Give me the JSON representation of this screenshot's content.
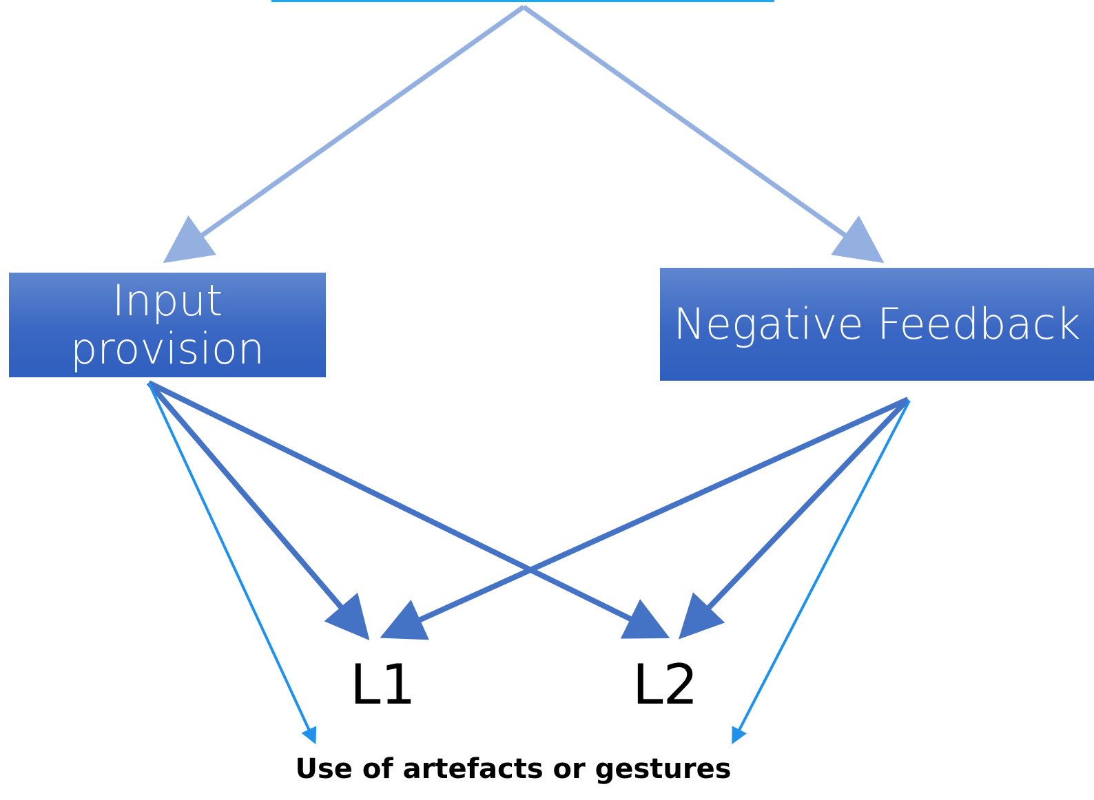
{
  "nodes": {
    "input_provision": "Input provision",
    "negative_feedback": "Negative Feedback",
    "l1": "L1",
    "l2": "L2",
    "artefacts": "Use of artefacts or gestures"
  },
  "colors": {
    "light_arrow": "#94b0e0",
    "dark_arrow": "#4472c4",
    "thin_arrow": "#1e90ee",
    "top_bar": "#1aa9f0",
    "box_fill": "#4472c4",
    "box_text": "#ffffff"
  },
  "edges": [
    {
      "from": "top",
      "to": "input_provision",
      "style": "light"
    },
    {
      "from": "top",
      "to": "negative_feedback",
      "style": "light"
    },
    {
      "from": "input_provision",
      "to": "l1",
      "style": "dark"
    },
    {
      "from": "input_provision",
      "to": "l2",
      "style": "dark"
    },
    {
      "from": "input_provision",
      "to": "artefacts",
      "style": "thin"
    },
    {
      "from": "negative_feedback",
      "to": "l1",
      "style": "dark"
    },
    {
      "from": "negative_feedback",
      "to": "l2",
      "style": "dark"
    },
    {
      "from": "negative_feedback",
      "to": "artefacts",
      "style": "thin"
    }
  ]
}
